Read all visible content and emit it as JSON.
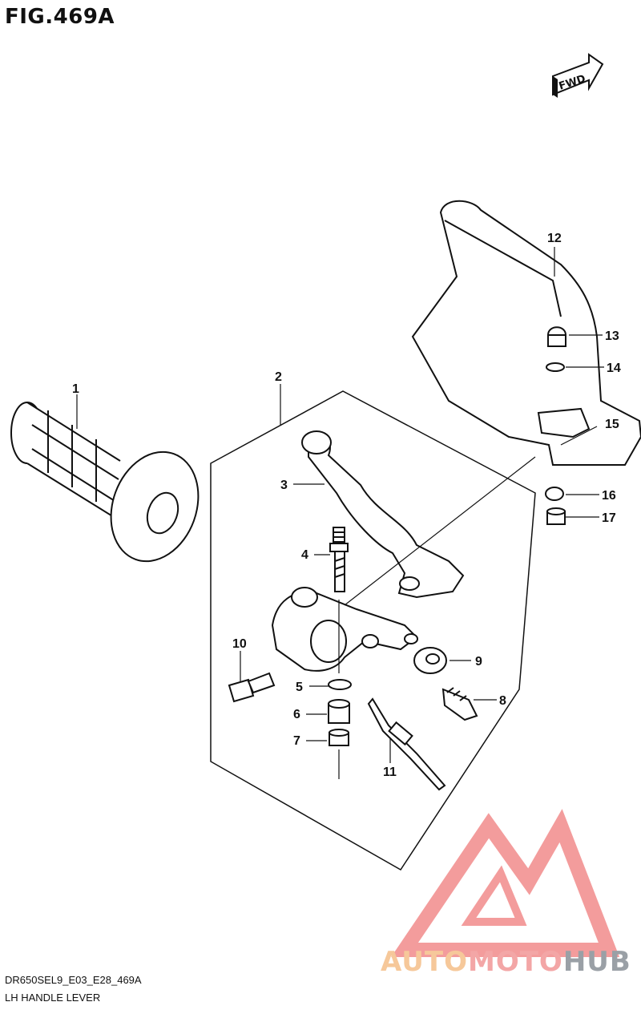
{
  "figure": {
    "title": "FIG.469A",
    "fwd_label": "FWD",
    "code": "DR650SEL9_E03_E28_469A",
    "name": "LH HANDLE LEVER"
  },
  "watermark": {
    "part1": "AUTO",
    "part2": "MOTO",
    "part3": "HUB",
    "colors": {
      "auto": "#f6c89a",
      "moto": "#f3a6a6",
      "hub": "#9aa0a6",
      "logo": "#ef7b7b"
    }
  },
  "callouts": [
    "1",
    "2",
    "3",
    "4",
    "5",
    "6",
    "7",
    "8",
    "9",
    "10",
    "11",
    "12",
    "13",
    "14",
    "15",
    "16",
    "17"
  ],
  "parts": [
    {
      "id": "1",
      "name": "grip-icon"
    },
    {
      "id": "2",
      "name": "lever-assembly-frame"
    },
    {
      "id": "3",
      "name": "clutch-lever-icon"
    },
    {
      "id": "4",
      "name": "pivot-bolt-icon"
    },
    {
      "id": "5",
      "name": "washer-icon"
    },
    {
      "id": "6",
      "name": "spacer-icon"
    },
    {
      "id": "7",
      "name": "nut-icon"
    },
    {
      "id": "8",
      "name": "adjuster-icon"
    },
    {
      "id": "9",
      "name": "lock-nut-icon"
    },
    {
      "id": "10",
      "name": "clamp-bolt-icon"
    },
    {
      "id": "11",
      "name": "switch-cable-icon"
    },
    {
      "id": "12",
      "name": "handguard-icon"
    },
    {
      "id": "13",
      "name": "cap-nut-icon"
    },
    {
      "id": "14",
      "name": "washer-icon"
    },
    {
      "id": "15",
      "name": "bracket-icon"
    },
    {
      "id": "16",
      "name": "collar-icon"
    },
    {
      "id": "17",
      "name": "nut-icon"
    }
  ]
}
